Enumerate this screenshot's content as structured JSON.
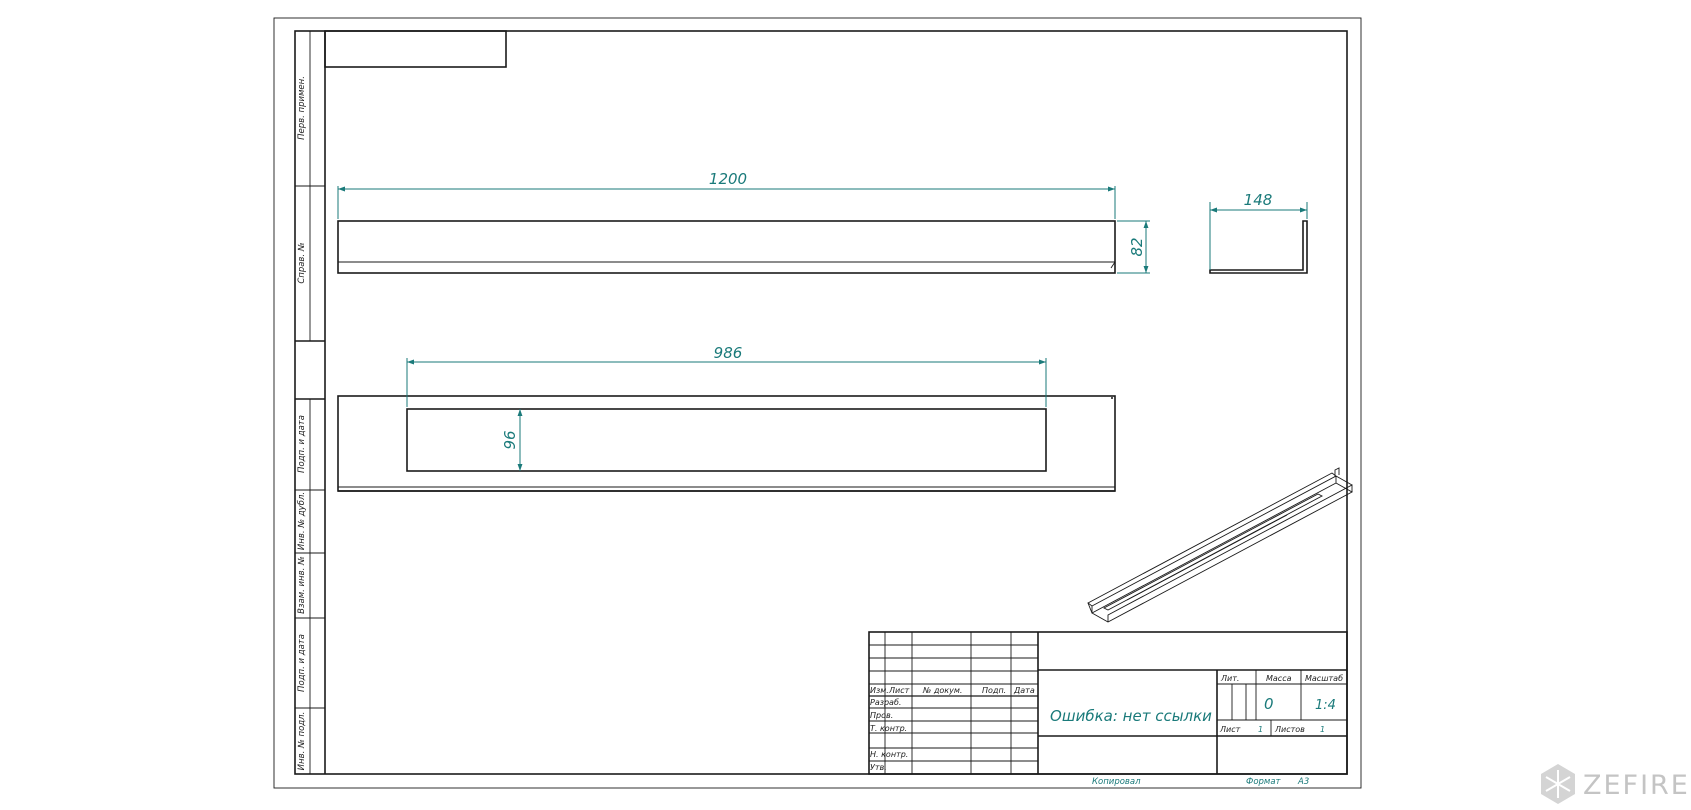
{
  "dimensions": {
    "overall_length": "1200",
    "height": "82",
    "width": "148",
    "slot_length": "986",
    "slot_width": "96"
  },
  "title_block": {
    "name": "Ошибка: нет ссылки",
    "mass": "0",
    "scale": "1:4",
    "header_lit": "Лит.",
    "header_mass": "Масса",
    "header_scale": "Масштаб",
    "sheet_label": "Лист",
    "sheet_value": "1",
    "sheets_label": "Листов",
    "sheets_value": "1",
    "col_izm": "Изм.",
    "col_list": "Лист",
    "col_doc": "№ докум.",
    "col_sign": "Подп.",
    "col_date": "Дата",
    "row_razrab": "Разраб.",
    "row_prov": "Пров.",
    "row_tkontr": "Т. контр.",
    "row_nkontr": "Н. контр.",
    "row_utv": "Утв.",
    "copied": "Копировал",
    "format_label": "Формат",
    "format_value": "A3"
  },
  "side_stamp": {
    "perv_primen": "Перв. примен.",
    "sprav_no": "Справ. №",
    "podp_data_1": "Подп. и дата",
    "inv_dubl": "Инв. № дубл.",
    "vzam_inv": "Взам. инв. №",
    "podp_data_2": "Подп. и дата",
    "inv_podl": "Инв. № подл."
  },
  "logo": {
    "text": "ZEFIRE"
  }
}
